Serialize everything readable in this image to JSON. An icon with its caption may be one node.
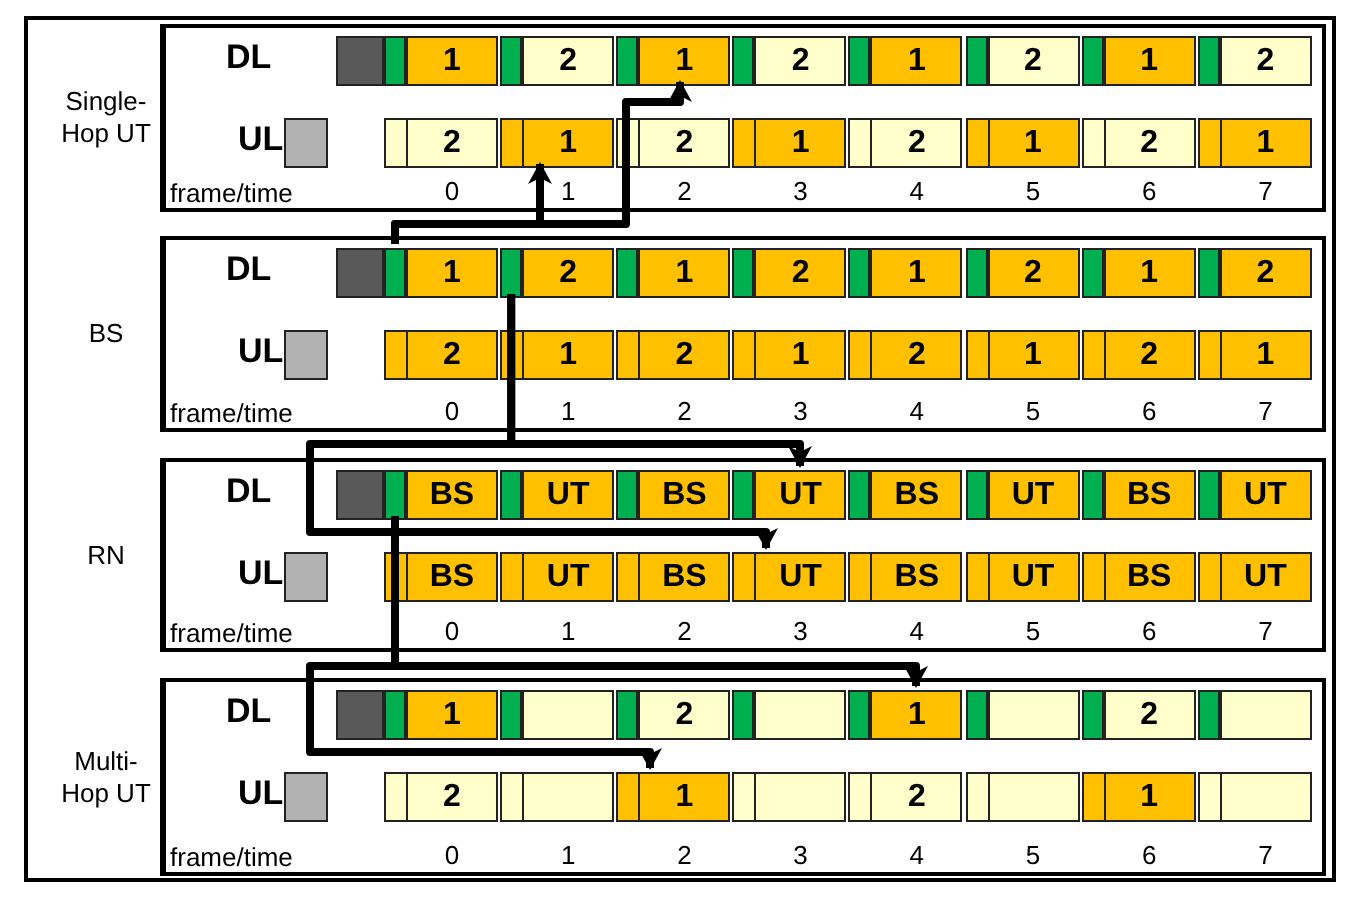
{
  "diagram": {
    "nodes": [
      {
        "text": [
          "Single-Hop UT"
        ]
      },
      {
        "text": [],
        "shape": "bar",
        "in": 0
      },
      {
        "text": [
          "1"
        ],
        "in": 0
      },
      {
        "text": [],
        "shape": "bar",
        "in": 0
      },
      {
        "text": [
          "2"
        ],
        "in": 0
      },
      {
        "text": [],
        "shape": "bar",
        "in": 0
      },
      {
        "text": [
          "1"
        ],
        "in": 0
      },
      {
        "text": [],
        "shape": "bar",
        "in": 0
      },
      {
        "text": [
          "2"
        ],
        "in": 0
      },
      {
        "text": [],
        "shape": "bar",
        "in": 0
      },
      {
        "text": [
          "1"
        ],
        "in": 0
      },
      {
        "text": [],
        "shape": "bar",
        "in": 0
      },
      {
        "text": [
          "2"
        ],
        "in": 0
      },
      {
        "text": [],
        "shape": "bar",
        "in": 0
      },
      {
        "text": [
          "1"
        ],
        "in": 0
      },
      {
        "text": [],
        "shape": "bar",
        "in": 0
      },
      {
        "text": [
          "2"
        ],
        "in": 0
      },
      {
        "text": [
          "2"
        ],
        "in": 0
      },
      {
        "text": [
          "1"
        ],
        "in": 0
      },
      {
        "text": [
          "2"
        ],
        "in": 0
      },
      {
        "text": [
          "1"
        ],
        "in": 0
      },
      {
        "text": [
          "2"
        ],
        "in": 0
      },
      {
        "text": [
          "1"
        ],
        "in": 0
      },
      {
        "text": [
          "2"
        ],
        "in": 0
      },
      {
        "text": [
          "1"
        ],
        "in": 0
      },
      {
        "text": [
          "BS"
        ]
      },
      {
        "text": [],
        "shape": "bar",
        "in": 25
      },
      {
        "text": [
          "1"
        ],
        "in": 25
      },
      {
        "text": [],
        "shape": "bar",
        "in": 25
      },
      {
        "text": [
          "2"
        ],
        "in": 25
      },
      {
        "text": [],
        "shape": "bar",
        "in": 25
      },
      {
        "text": [
          "1"
        ],
        "in": 25
      },
      {
        "text": [],
        "shape": "bar",
        "in": 25
      },
      {
        "text": [
          "2"
        ],
        "in": 25
      },
      {
        "text": [],
        "shape": "bar",
        "in": 25
      },
      {
        "text": [
          "1"
        ],
        "in": 25
      },
      {
        "text": [],
        "shape": "bar",
        "in": 25
      },
      {
        "text": [
          "2"
        ],
        "in": 25
      },
      {
        "text": [],
        "shape": "bar",
        "in": 25
      },
      {
        "text": [
          "1"
        ],
        "in": 25
      },
      {
        "text": [],
        "shape": "bar",
        "in": 25
      },
      {
        "text": [
          "2"
        ],
        "in": 25
      },
      {
        "text": [
          "2"
        ],
        "in": 25
      },
      {
        "text": [
          "1"
        ],
        "in": 25
      },
      {
        "text": [
          "2"
        ],
        "in": 25
      },
      {
        "text": [
          "1"
        ],
        "in": 25
      },
      {
        "text": [
          "2"
        ],
        "in": 25
      },
      {
        "text": [
          "1"
        ],
        "in": 25
      },
      {
        "text": [
          "2"
        ],
        "in": 25
      },
      {
        "text": [
          "1"
        ],
        "in": 25
      },
      {
        "text": [
          "RN"
        ]
      },
      {
        "text": [],
        "shape": "bar",
        "in": 50
      },
      {
        "text": [
          "BS"
        ],
        "in": 50
      },
      {
        "text": [],
        "shape": "bar",
        "in": 50
      },
      {
        "text": [
          "UT"
        ],
        "in": 50
      },
      {
        "text": [],
        "shape": "bar",
        "in": 50
      },
      {
        "text": [
          "BS"
        ],
        "in": 50
      },
      {
        "text": [],
        "shape": "bar",
        "in": 50
      },
      {
        "text": [
          "UT"
        ],
        "in": 50
      },
      {
        "text": [],
        "shape": "bar",
        "in": 50
      },
      {
        "text": [
          "BS"
        ],
        "in": 50
      },
      {
        "text": [],
        "shape": "bar",
        "in": 50
      },
      {
        "text": [
          "UT"
        ],
        "in": 50
      },
      {
        "text": [],
        "shape": "bar",
        "in": 50
      },
      {
        "text": [
          "BS"
        ],
        "in": 50
      },
      {
        "text": [],
        "shape": "bar",
        "in": 50
      },
      {
        "text": [
          "UT"
        ],
        "in": 50
      },
      {
        "text": [
          "BS"
        ],
        "in": 50
      },
      {
        "text": [
          "UT"
        ],
        "in": 50
      },
      {
        "text": [
          "BS"
        ],
        "in": 50
      },
      {
        "text": [
          "UT"
        ],
        "in": 50
      },
      {
        "text": [
          "BS"
        ],
        "in": 50
      },
      {
        "text": [
          "UT"
        ],
        "in": 50
      },
      {
        "text": [
          "BS"
        ],
        "in": 50
      },
      {
        "text": [
          "UT"
        ],
        "in": 50
      },
      {
        "text": [
          "Multi-Hop UT"
        ]
      },
      {
        "text": [],
        "shape": "bar",
        "in": 75
      },
      {
        "text": [
          "1"
        ],
        "in": 75
      },
      {
        "text": [],
        "shape": "bar",
        "in": 75
      },
      {
        "text": [],
        "shape": "box",
        "in": 75
      },
      {
        "text": [],
        "shape": "bar",
        "in": 75
      },
      {
        "text": [
          "2"
        ],
        "in": 75
      },
      {
        "text": [],
        "shape": "bar",
        "in": 75
      },
      {
        "text": [],
        "shape": "box",
        "in": 75
      },
      {
        "text": [],
        "shape": "bar",
        "in": 75
      },
      {
        "text": [
          "1"
        ],
        "in": 75
      },
      {
        "text": [],
        "shape": "bar",
        "in": 75
      },
      {
        "text": [],
        "shape": "box",
        "in": 75
      },
      {
        "text": [],
        "shape": "bar",
        "in": 75
      },
      {
        "text": [
          "2"
        ],
        "in": 75
      },
      {
        "text": [],
        "shape": "bar",
        "in": 75
      },
      {
        "text": [],
        "shape": "box",
        "in": 75
      },
      {
        "text": [
          "2"
        ],
        "in": 75
      },
      {
        "text": [],
        "shape": "box",
        "in": 75
      },
      {
        "text": [
          "1"
        ],
        "in": 75
      },
      {
        "text": [],
        "shape": "box",
        "in": 75
      },
      {
        "text": [
          "2"
        ],
        "in": 75
      },
      {
        "text": [],
        "shape": "box",
        "in": 75
      },
      {
        "text": [
          "1"
        ],
        "in": 75
      },
      {
        "text": [],
        "shape": "box",
        "in": 75
      }
    ],
    "edges": [
      {
        "from": 26,
        "to": 18,
        "arrow": "to"
      },
      {
        "from": 26,
        "to": 6,
        "arrow": "to"
      },
      {
        "from": 28,
        "to": 58,
        "arrow": "to"
      },
      {
        "from": 28,
        "to": 70,
        "arrow": "to"
      },
      {
        "from": 51,
        "to": 94,
        "arrow": "to"
      },
      {
        "from": 51,
        "to": 85,
        "arrow": "to"
      }
    ],
    "labels": [
      "DL",
      "UL",
      "frame/time",
      "0",
      "1",
      "2",
      "3",
      "4",
      "5",
      "6",
      "7",
      "DL",
      "UL",
      "frame/time",
      "0",
      "1",
      "2",
      "3",
      "4",
      "5",
      "6",
      "7",
      "DL",
      "UL",
      "frame/time",
      "0",
      "1",
      "2",
      "3",
      "4",
      "5",
      "6",
      "7",
      "DL",
      "UL",
      "frame/time",
      "0",
      "1",
      "2",
      "3",
      "4",
      "5",
      "6",
      "7"
    ]
  }
}
